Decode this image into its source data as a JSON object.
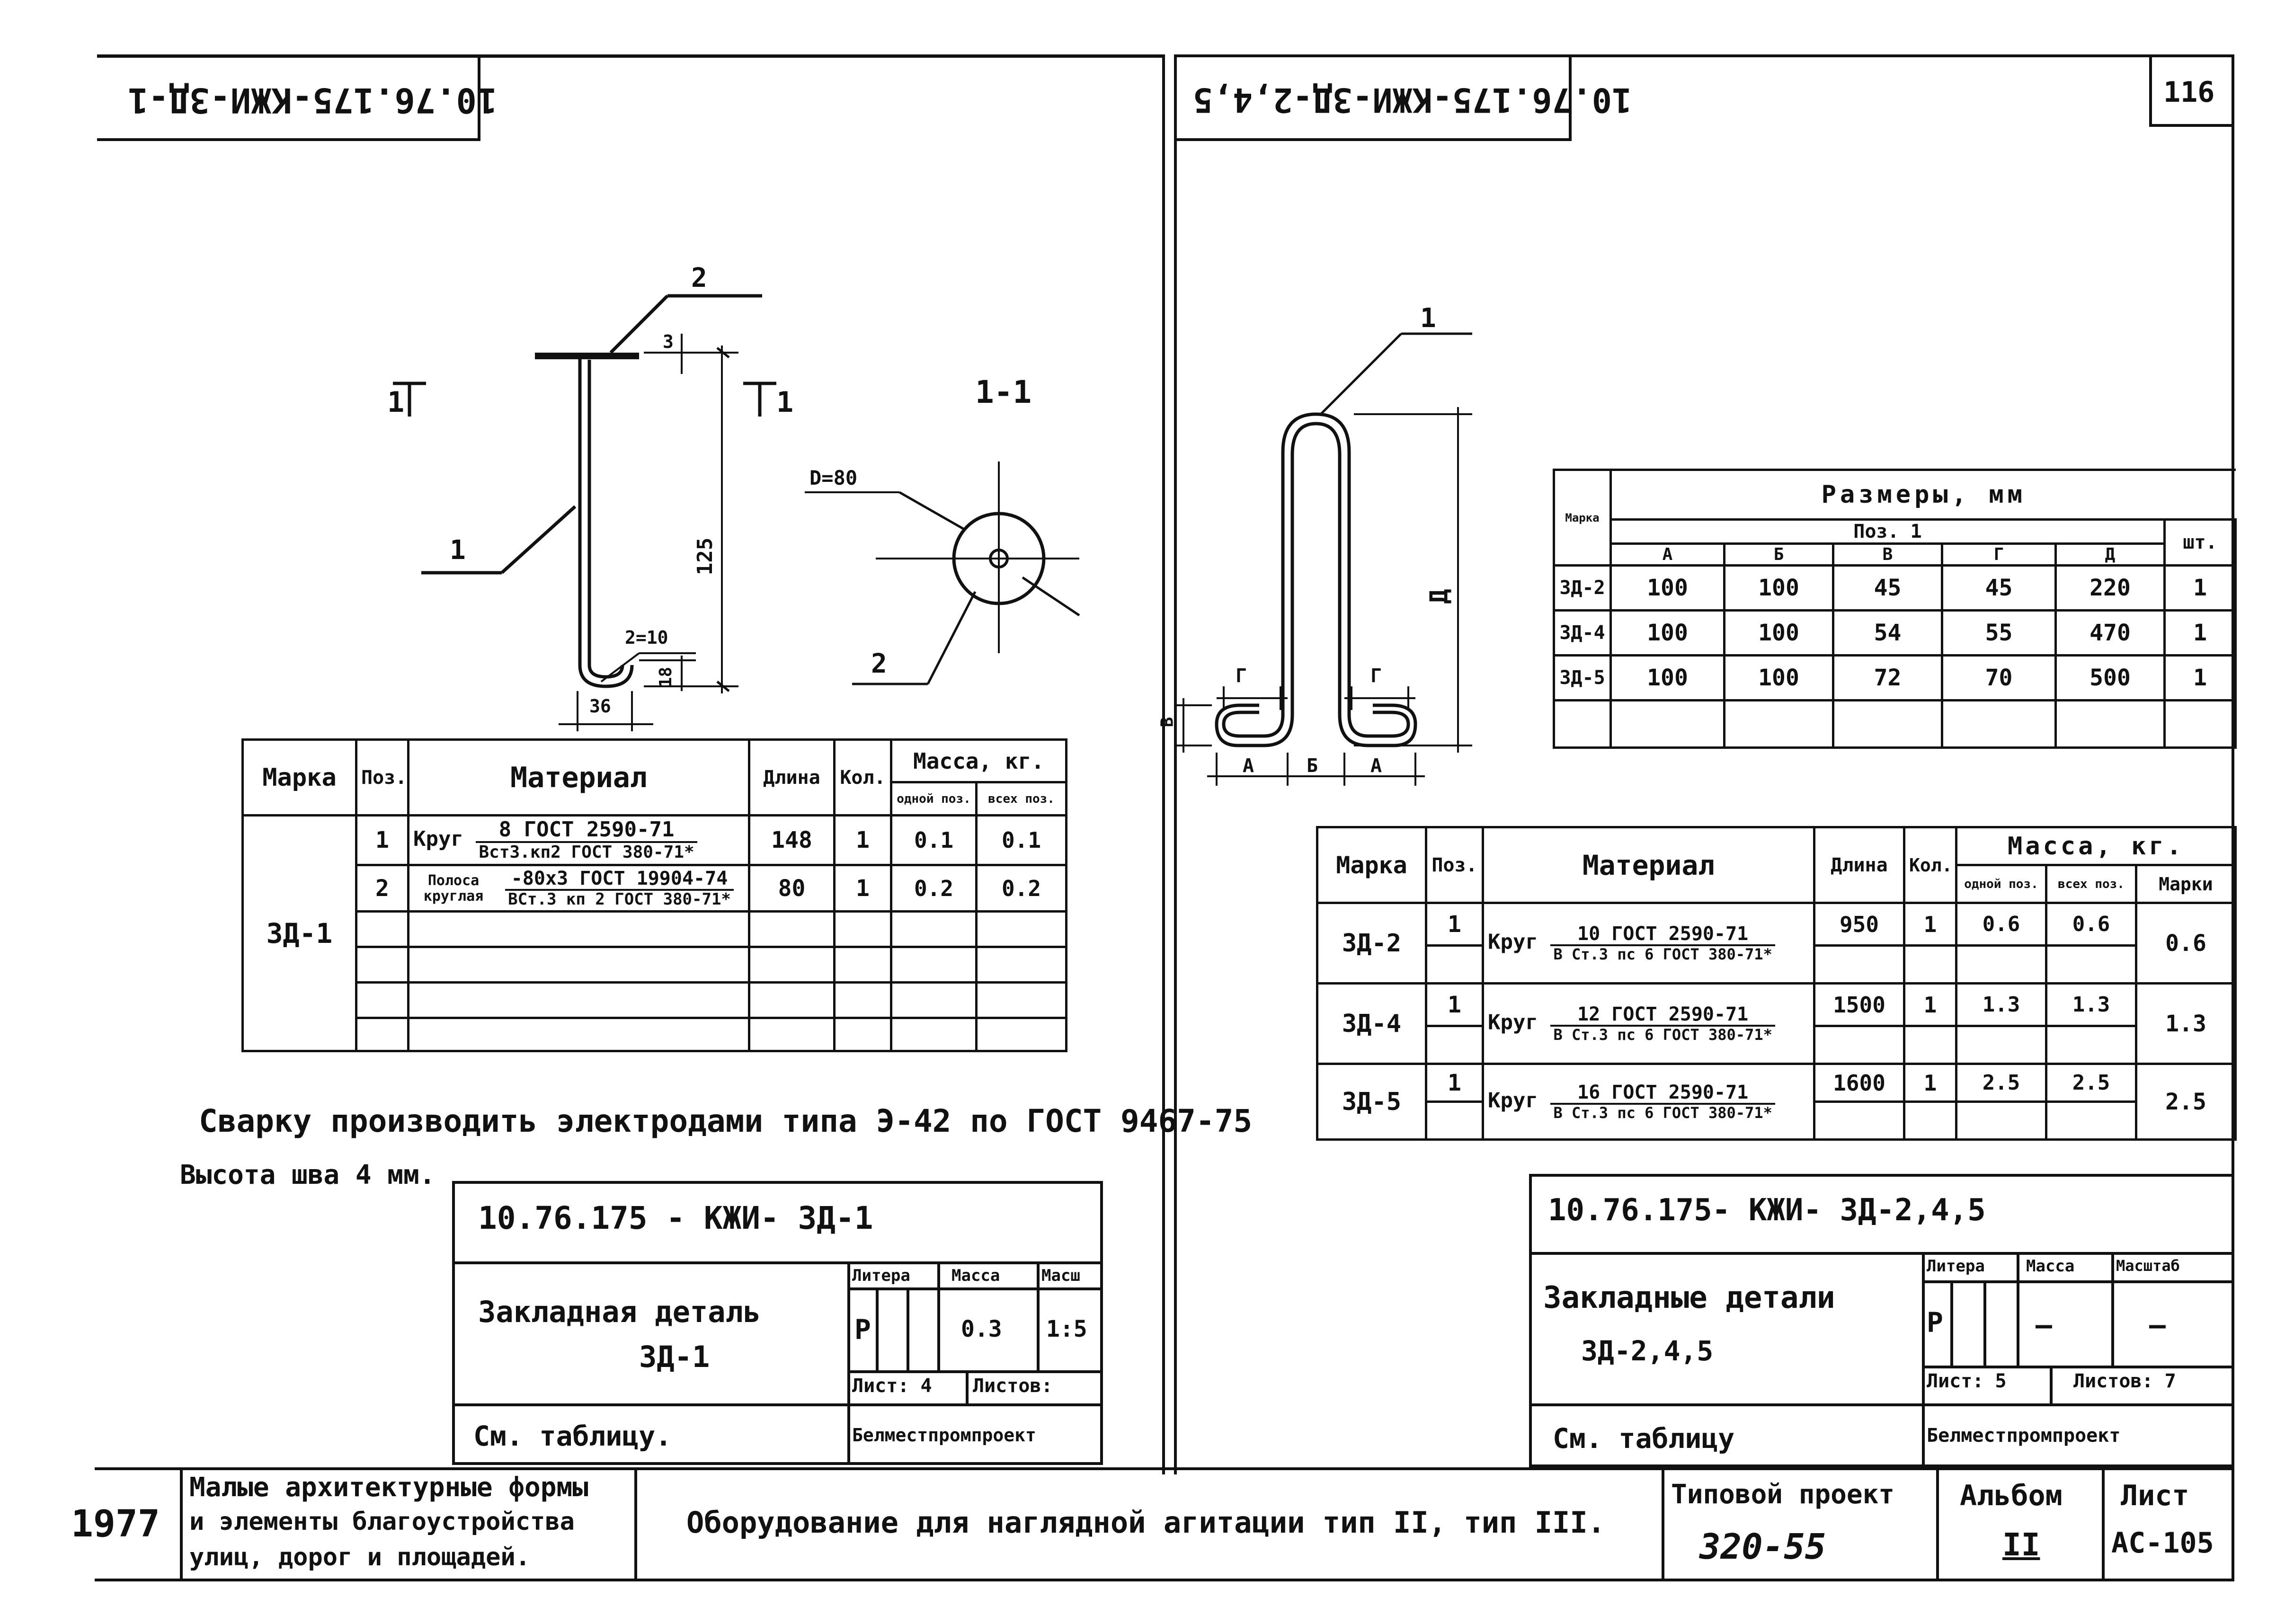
{
  "left_sheet": {
    "stamp_top": "10.76.175-КЖИ-ЗД-1",
    "drawing": {
      "section_mark_left": "1",
      "section_mark_right": "1",
      "section_title": "1-1",
      "leader_1": "1",
      "leader_2_top": "2",
      "leader_2_bottom": "2",
      "dim_3": "3",
      "dim_125": "125",
      "dim_r10": "2=10",
      "dim_18": "18",
      "dim_36": "36",
      "dim_d80": "D=80"
    },
    "table": {
      "headers": {
        "mark": "Марка",
        "pos": "Поз.",
        "material": "Материал",
        "length": "Длина",
        "qty": "Кол.",
        "mass": "Масса, кг.",
        "mass_one": "одной поз.",
        "mass_all": "всех поз."
      },
      "mark": "ЗД-1",
      "rows": [
        {
          "pos": "1",
          "material_prefix": "Круг",
          "material_num": "8 ГОСТ 2590-71",
          "material_den": "Вст3.кп2 ГОСТ 380-71*",
          "length": "148",
          "qty": "1",
          "mass_one": "0.1",
          "mass_all": "0.1"
        },
        {
          "pos": "2",
          "material_prefix": "Полоса круглая",
          "material_num": "-80х3 ГОСТ 19904-74",
          "material_den": "ВСт.3 кп 2 ГОСТ 380-71*",
          "length": "80",
          "qty": "1",
          "mass_one": "0.2",
          "mass_all": "0.2"
        }
      ]
    },
    "note_line1": "Сварку производить электродами типа Э-42 по ГОСТ 9467-75",
    "note_line2": "Высота шва 4 мм.",
    "title_block": {
      "code": "10.76.175 - КЖИ- ЗД-1",
      "name_line1": "Закладная деталь",
      "name_line2": "ЗД-1",
      "material": "См. таблицу.",
      "litera_h": "Литера",
      "mass_h": "Масса",
      "scale_h": "Масш",
      "litera": "Р",
      "mass": "0.3",
      "scale": "1:5",
      "sheet": "Лист: 4",
      "sheets": "Листов:",
      "org": "Белместпромпроект"
    }
  },
  "right_sheet": {
    "stamp_top": "10.76.175-КЖИ-ЗД-2,4,5",
    "page_number": "116",
    "drawing": {
      "leader_1": "1",
      "dim_a": "А",
      "dim_b": "Б",
      "dim_g_left": "Г",
      "dim_g_right": "Г",
      "dim_d": "Д",
      "dim_v": "В",
      "dim_a_bottom_left": "А",
      "dim_a_bottom_right": "А"
    },
    "sizes_table": {
      "mark_h": "Марка",
      "title": "Размеры, мм",
      "pos_h": "Поз. 1",
      "qty_h": "шт.",
      "cols": [
        "А",
        "Б",
        "В",
        "Г",
        "Д"
      ],
      "rows": [
        {
          "mark": "ЗД-2",
          "vals": [
            "100",
            "100",
            "45",
            "45",
            "220"
          ],
          "qty": "1"
        },
        {
          "mark": "ЗД-4",
          "vals": [
            "100",
            "100",
            "54",
            "55",
            "470"
          ],
          "qty": "1"
        },
        {
          "mark": "ЗД-5",
          "vals": [
            "100",
            "100",
            "72",
            "70",
            "500"
          ],
          "qty": "1"
        }
      ]
    },
    "table": {
      "headers": {
        "mark": "Марка",
        "pos": "Поз.",
        "material": "Материал",
        "length": "Длина",
        "qty": "Кол.",
        "mass": "Масса, кг.",
        "mass_one": "одной поз.",
        "mass_all": "всех поз.",
        "mass_mark": "Марки"
      },
      "rows": [
        {
          "mark": "ЗД-2",
          "pos": "1",
          "material_prefix": "Круг",
          "material_num": "10 ГОСТ 2590-71",
          "material_den": "В Ст.3 пс 6 ГОСТ 380-71*",
          "length": "950",
          "qty": "1",
          "mass_one": "0.6",
          "mass_all": "0.6",
          "mass_mark": "0.6"
        },
        {
          "mark": "ЗД-4",
          "pos": "1",
          "material_prefix": "Круг",
          "material_num": "12 ГОСТ 2590-71",
          "material_den": "В Ст.3 пс 6 ГОСТ 380-71*",
          "length": "1500",
          "qty": "1",
          "mass_one": "1.3",
          "mass_all": "1.3",
          "mass_mark": "1.3"
        },
        {
          "mark": "ЗД-5",
          "pos": "1",
          "material_prefix": "Круг",
          "material_num": "16 ГОСТ 2590-71",
          "material_den": "В Ст.3 пс 6 ГОСТ 380-71*",
          "length": "1600",
          "qty": "1",
          "mass_one": "2.5",
          "mass_all": "2.5",
          "mass_mark": "2.5"
        }
      ]
    },
    "title_block": {
      "code": "10.76.175- КЖИ- ЗД-2,4,5",
      "name_line1": "Закладные детали",
      "name_line2": "ЗД-2,4,5",
      "material": "См. таблицу",
      "litera_h": "Литера",
      "mass_h": "Масса",
      "scale_h": "Масштаб",
      "litera": "Р",
      "mass": "—",
      "scale": "—",
      "sheet": "Лист: 5",
      "sheets": "Листов: 7",
      "org": "Белместпромпроект"
    }
  },
  "footer": {
    "year": "1977",
    "series_line1": "Малые архитектурные формы",
    "series_line2": "и элементы благоустройства",
    "series_line3": "улиц, дорог и площадей.",
    "title": "Оборудование для наглядной агитации тип II, тип III.",
    "project_label": "Типовой проект",
    "project_number": "320-55",
    "album_label": "Альбом",
    "album_number": "II",
    "sheet_label": "Лист",
    "sheet_number": "АС-105"
  }
}
